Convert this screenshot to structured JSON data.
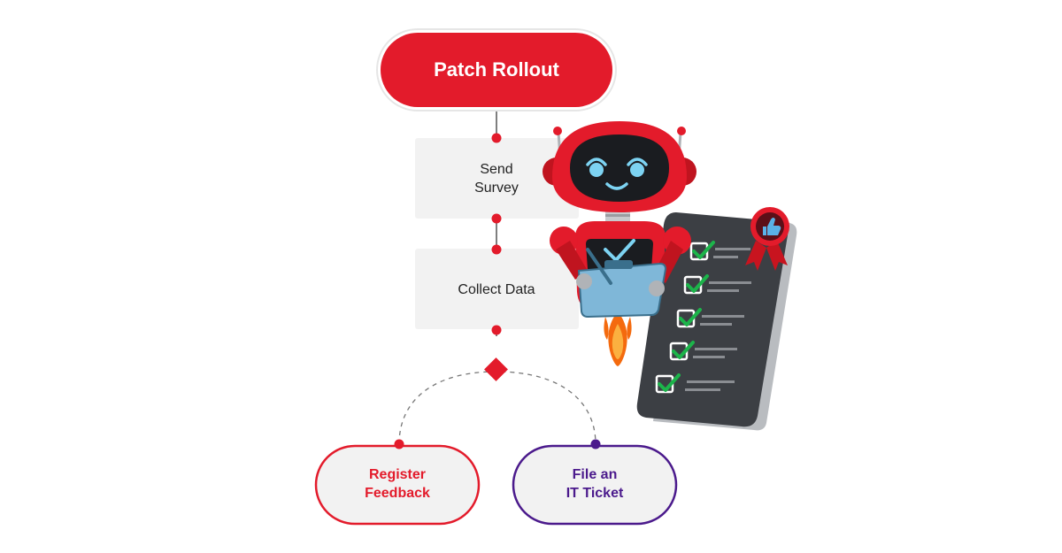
{
  "flow": {
    "start": {
      "label": "Patch Rollout"
    },
    "steps": [
      {
        "line1": "Send",
        "line2": "Survey"
      },
      {
        "line1": "Collect Data",
        "line2": ""
      }
    ],
    "outcomes": [
      {
        "line1": "Register",
        "line2": "Feedback"
      },
      {
        "line1": "File an",
        "line2": "IT Ticket"
      }
    ]
  },
  "colors": {
    "accent_red": "#E31B2B",
    "accent_purple": "#4B1A8C",
    "step_fill": "#F2F2F2",
    "connector": "#555555"
  },
  "icons": {
    "robot": "robot-illustration",
    "phone": "checklist-phone-illustration",
    "badge": "thumbs-up-ribbon-badge",
    "decision": "decision-diamond"
  }
}
